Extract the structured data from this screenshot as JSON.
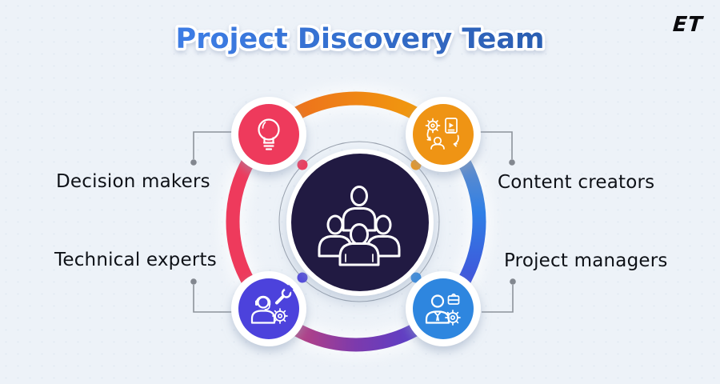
{
  "brand": {
    "logo_text": "ET"
  },
  "header": {
    "title": "Project Discovery Team"
  },
  "diagram": {
    "center_icon": "team-icon",
    "nodes": [
      {
        "id": "decision-makers",
        "label": "Decision makers",
        "icon": "lightbulb-icon",
        "color": "#ee3a5c",
        "position": "top-left"
      },
      {
        "id": "content-creators",
        "label": "Content creators",
        "icon": "content-creation-icon",
        "color": "#ef9414",
        "position": "top-right"
      },
      {
        "id": "technical-experts",
        "label": "Technical experts",
        "icon": "technician-icon",
        "color": "#4c42dc",
        "position": "bottom-left"
      },
      {
        "id": "project-managers",
        "label": "Project managers",
        "icon": "manager-icon",
        "color": "#2e86df",
        "position": "bottom-right"
      }
    ],
    "colors": {
      "background": "#edf2f8",
      "center_circle": "#211a42",
      "title_gradient_start": "#3c7ce4",
      "title_gradient_end": "#2c5fb3",
      "ring_top_start": "#ec6a20",
      "ring_top_end": "#f2a10a",
      "ring_right_start": "#8095ba",
      "ring_right_mid": "#2f7fe6",
      "ring_right_end": "#4844d5",
      "ring_bottom_start": "#4a42d4",
      "ring_bottom_mid": "#7c3aad",
      "ring_bottom_end": "#d4456f",
      "ring_left": "#ee3a5c",
      "connector": "#8d939b",
      "connector_dot": "#82878f",
      "label_text": "#0e1117"
    }
  }
}
